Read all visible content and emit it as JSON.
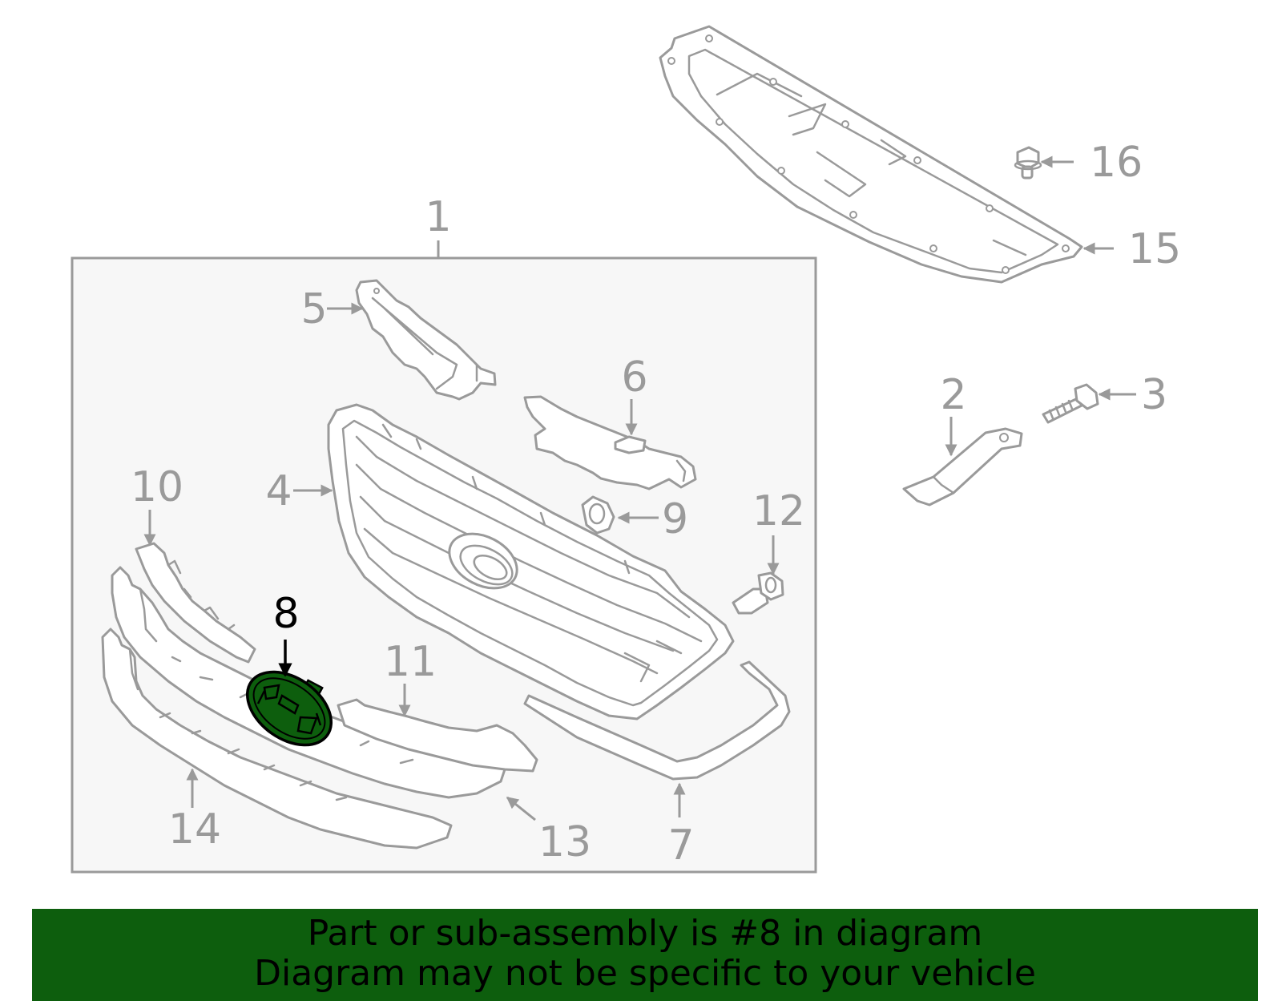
{
  "colors": {
    "outline": "#9a9a9a",
    "box_fill": "#f7f7f7",
    "highlight_part": "#0d5e0d",
    "footer_bg": "#0d5e0d",
    "highlight_label": "#000000"
  },
  "callouts": {
    "c1": "1",
    "c2": "2",
    "c3": "3",
    "c4": "4",
    "c5": "5",
    "c6": "6",
    "c7": "7",
    "c8": "8",
    "c9": "9",
    "c10": "10",
    "c11": "11",
    "c12": "12",
    "c13": "13",
    "c14": "14",
    "c15": "15",
    "c16": "16"
  },
  "highlighted_part": "8",
  "footer": {
    "line1": "Part or sub-assembly is #8 in diagram",
    "line2": "Diagram may not be specific to your vehicle"
  }
}
